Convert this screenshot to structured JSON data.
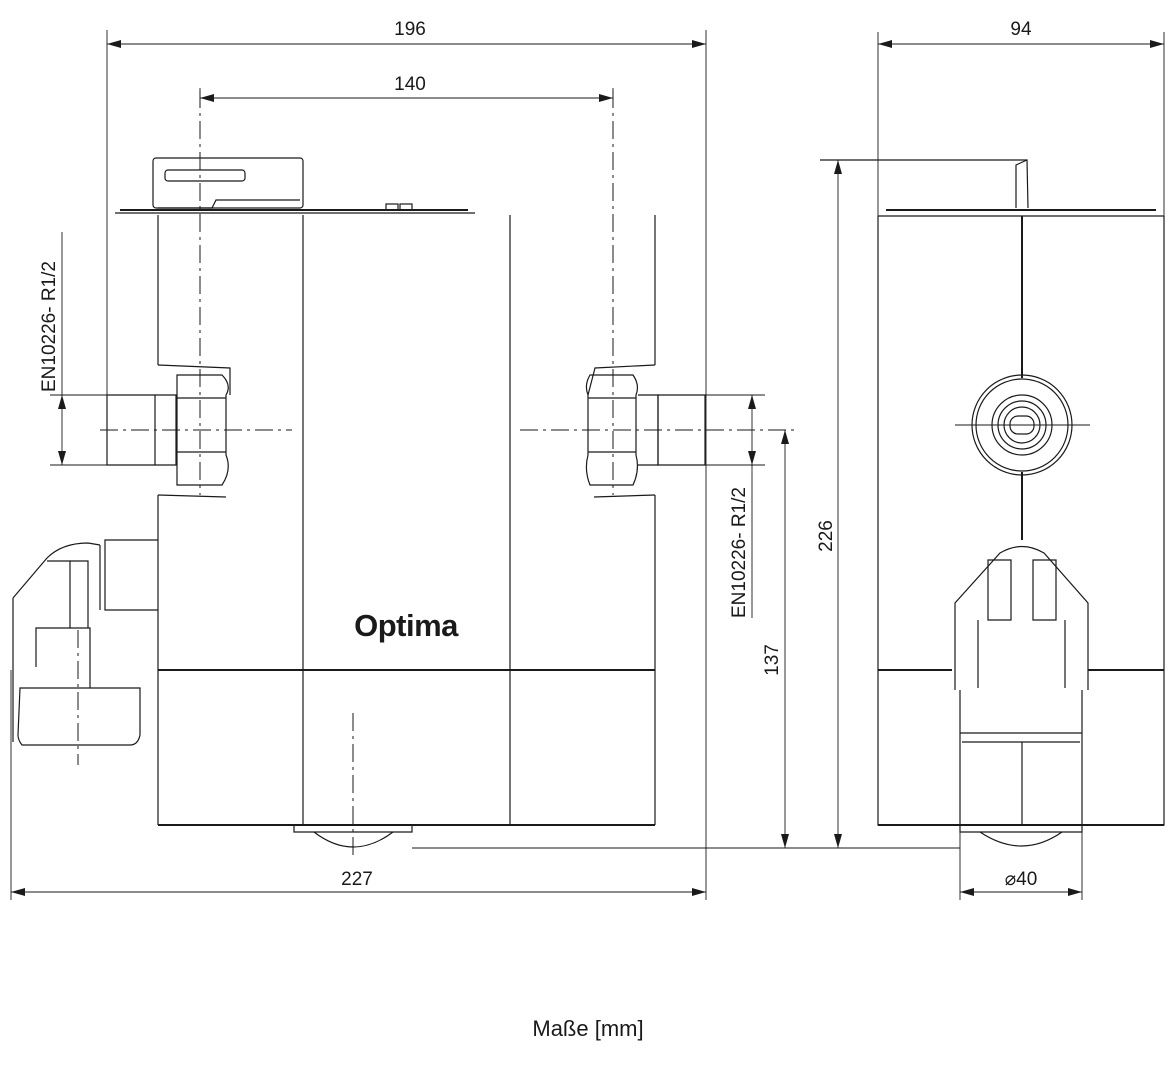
{
  "drawing": {
    "brand_label": "Optima",
    "caption": "Maße [mm]",
    "front_view": {
      "dimensions": {
        "overall_width_top": "196",
        "inner_width": "140",
        "overall_width_bottom": "227",
        "inlet_thread_left": "EN10226- R1/2",
        "outlet_thread_right": "EN10226- R1/2",
        "connection_height": "137"
      }
    },
    "side_view": {
      "dimensions": {
        "depth": "94",
        "total_height": "226",
        "drain_diameter": "⌀40"
      }
    }
  }
}
